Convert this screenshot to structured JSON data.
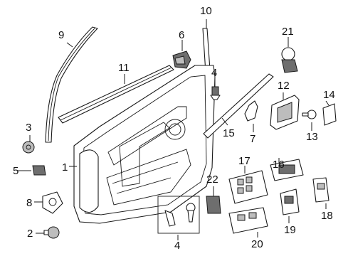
{
  "callouts": {
    "c1": "1",
    "c2": "2",
    "c3": "3",
    "c4a": "4",
    "c4b": "4",
    "c5": "5",
    "c6": "6",
    "c7": "7",
    "c8": "8",
    "c9": "9",
    "c10": "10",
    "c11": "11",
    "c12": "12",
    "c13": "13",
    "c14": "14",
    "c15": "15",
    "c16": "16",
    "c17": "17",
    "c18": "18",
    "c19": "19",
    "c20": "20",
    "c21": "21",
    "c22": "22"
  }
}
